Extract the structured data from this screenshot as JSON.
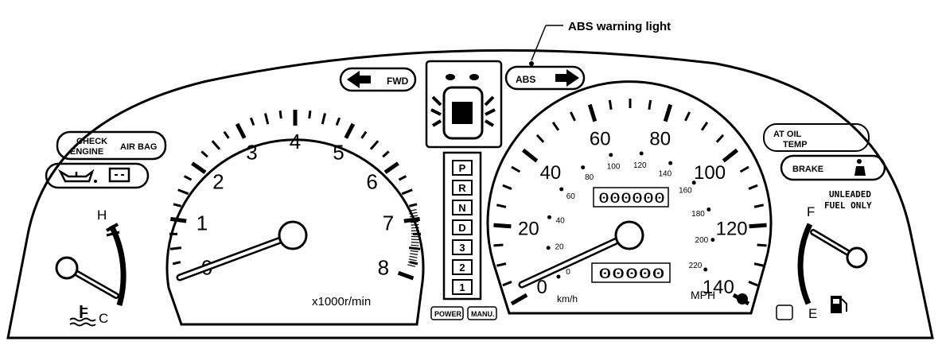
{
  "callout": {
    "abs_warning": "ABS warning light"
  },
  "indicators": {
    "fwd": "FWD",
    "abs": "ABS",
    "check": "CHECK",
    "engine": "ENGINE",
    "airbag": "AIR BAG",
    "at_oil": "AT OIL",
    "temp": "TEMP",
    "brake": "BRAKE",
    "unleaded": "UNLEADED",
    "fuel_only": "FUEL ONLY"
  },
  "tachometer": {
    "labels": [
      "0",
      "1",
      "2",
      "3",
      "4",
      "5",
      "6",
      "7",
      "8"
    ],
    "unit": "x1000r/min"
  },
  "speedometer": {
    "mph_labels": [
      "0",
      "20",
      "40",
      "60",
      "80",
      "100",
      "120",
      "140"
    ],
    "kmh_labels": [
      "0",
      "20",
      "40",
      "60",
      "80",
      "100",
      "120",
      "140",
      "160",
      "180",
      "200",
      "220"
    ],
    "unit_kmh": "km/h",
    "unit_mph": "MPH",
    "odometer": "000000",
    "trip": "00000"
  },
  "gear": {
    "positions": [
      "P",
      "R",
      "N",
      "D",
      "3",
      "2",
      "1"
    ],
    "power": "POWER",
    "manu": "MANU."
  },
  "temp_gauge": {
    "high": "H",
    "cold": "C"
  },
  "fuel_gauge": {
    "full": "F",
    "empty": "E"
  }
}
